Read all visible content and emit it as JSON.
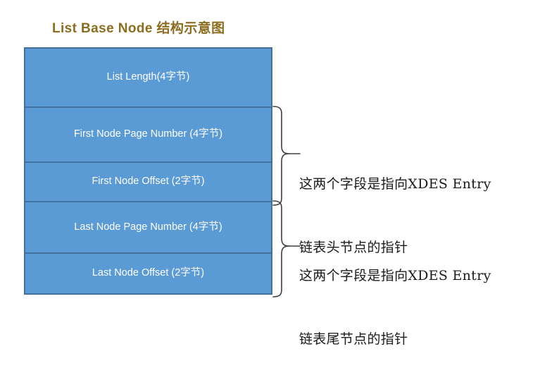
{
  "diagram": {
    "title": "List Base Node 结构示意图",
    "title_color": "#8c6d1f",
    "box_fill": "#5b9bd5",
    "box_border": "#41719c",
    "box_text_color": "#ffffff",
    "brace_color": "#404040",
    "annotation_color": "#1a1a1a"
  },
  "fields": [
    {
      "label": "List Length(4字节)"
    },
    {
      "label": "First Node Page Number (4字节)"
    },
    {
      "label": "First Node Offset (2字节)"
    },
    {
      "label": "Last Node Page Number (4字节)"
    },
    {
      "label": "Last Node Offset (2字节)"
    }
  ],
  "annotations": [
    {
      "line1": "这两个字段是指向XDES Entry",
      "line2": "链表头节点的指针"
    },
    {
      "line1": "这两个字段是指向XDES Entry",
      "line2": "链表尾节点的指针"
    }
  ]
}
